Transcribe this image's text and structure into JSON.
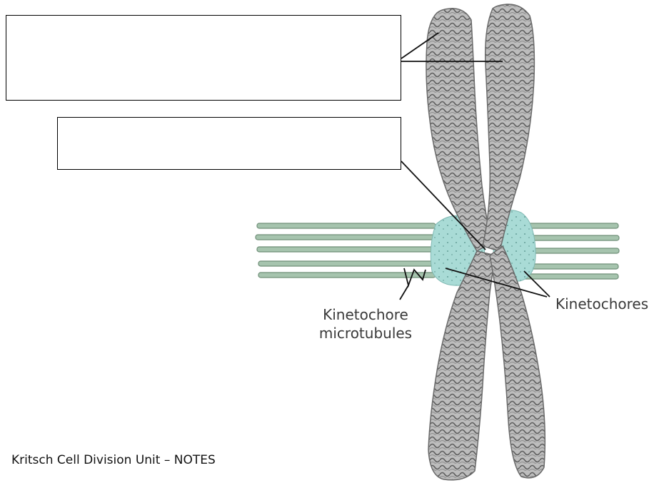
{
  "labels": {
    "microtubules_line1": "Kinetochore",
    "microtubules_line2": "microtubules",
    "kinetochores": "Kinetochores"
  },
  "footer": "Kritsch Cell Division Unit – NOTES",
  "answer_boxes": [
    {
      "value": ""
    },
    {
      "value": ""
    }
  ],
  "colors": {
    "chromatid_fill": "#b9b9b9",
    "chromatid_stroke": "#6a6a6a",
    "kinetochore_fill": "#a9dbd6",
    "microtubule_fill": "#a6c4ae",
    "microtubule_stroke": "#6f8f78"
  }
}
